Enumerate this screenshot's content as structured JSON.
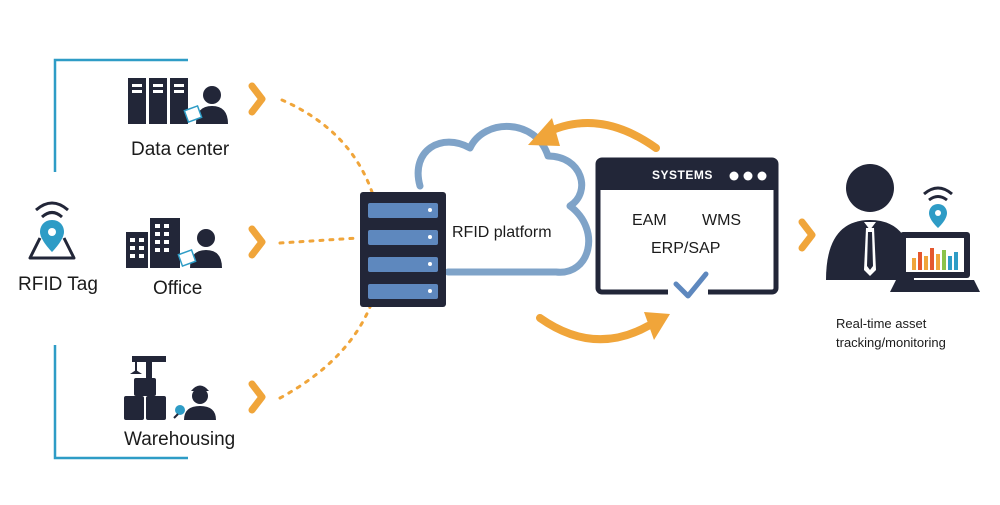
{
  "colors": {
    "accent_orange": "#F0A53A",
    "line_blue": "#2E9CC6",
    "cloud_blue": "#7FA3C8",
    "dark_navy": "#222638",
    "server_bar": "#5E88BE"
  },
  "rfid_tag": {
    "label": "RFID Tag",
    "icon": "rfid-tag-location-icon"
  },
  "sources": [
    {
      "label": "Data center",
      "icon": "data-center-icon"
    },
    {
      "label": "Office",
      "icon": "office-building-icon"
    },
    {
      "label": "Warehousing",
      "icon": "warehouse-crane-icon"
    }
  ],
  "platform": {
    "label": "RFID platform",
    "icon": "server-rack-icon"
  },
  "systems": {
    "title": "SYSTEMS",
    "items": [
      "EAM",
      "WMS",
      "ERP/SAP"
    ]
  },
  "monitoring": {
    "line1": "Real-time asset",
    "line2": "tracking/monitoring",
    "icon": "user-with-laptop-icon"
  }
}
